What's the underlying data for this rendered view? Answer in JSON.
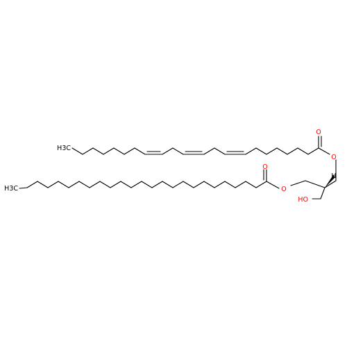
{
  "colors": {
    "background": "#ffffff",
    "bond": "#000000",
    "oxygen": "#ff0000",
    "carbon_label": "#000000"
  },
  "labels": {
    "ester_o_upper_carbonyl": "O",
    "ester_o_upper_link": "O",
    "ester_o_lower_carbonyl": "O",
    "ester_o_lower_link": "O",
    "hydroxyl": "HO",
    "stereo_h": "H",
    "methyl_upper": "H3C",
    "methyl_lower": "H3C"
  }
}
